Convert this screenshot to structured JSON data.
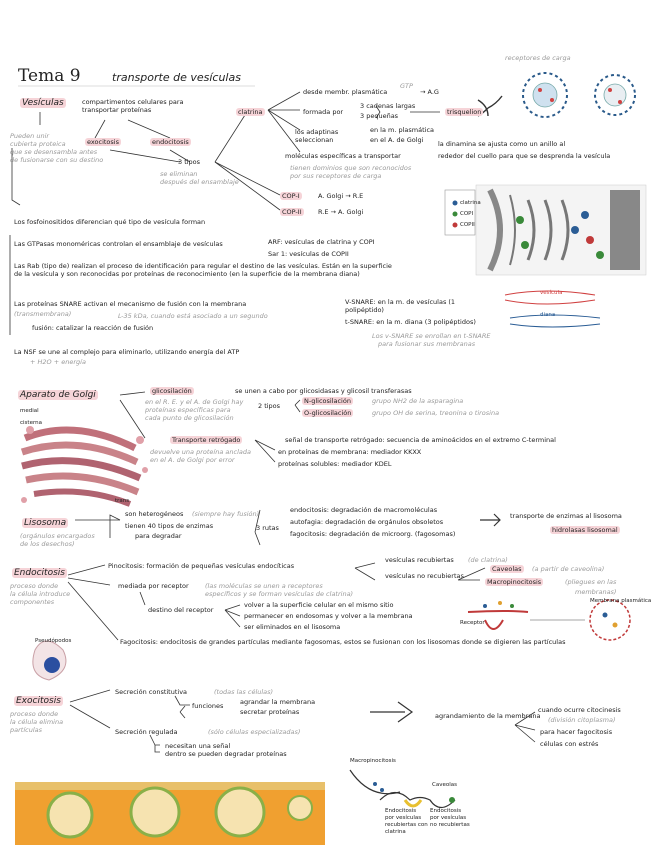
{
  "title": {
    "num": "Tema 9",
    "sub": "transporte de vesículas"
  },
  "top_right": {
    "receptor_label": "receptores de carga",
    "top_arrow_label": "GTP",
    "top_cargo": "A.G"
  },
  "vesiculas": {
    "label": "Vesículas",
    "def": "compartimentos celulares para transportar proteínas",
    "exo": "exocitosis",
    "endo": "endocitosis",
    "left_note": [
      "Pueden unir",
      "cubierta proteica",
      "que se desensambla antes",
      "de fusionarse con su destino"
    ],
    "tipos": "3 tipos",
    "se_eliminan": [
      "se eliminan",
      "después del ensamblaje"
    ],
    "clatrina": "clatrina",
    "clat1": "desde membr. plasmática",
    "clat1b": "→ A.G",
    "clat2": "formada por",
    "clat2a": "3 cadenas largas",
    "clat2b": "3 pequeñas",
    "trisquelion": "trisquelion",
    "clat3": "los adaptinas seleccionan",
    "clat3a": "en la m. plasmática",
    "clat3b": "en el A. de Golgi",
    "clat4": "moléculas específicas a transportar",
    "clat4g": [
      "tienen dominios que son reconocidos",
      "por sus receptores de carga"
    ],
    "dinamina": "la dinamina se ajusta como un anillo al",
    "dinamina2": "rededor del cuello para que se desprenda la vesícula",
    "copi": "COP-I",
    "copi_v": "A. Golgi → R.E",
    "copii": "COP-II",
    "copii_v": "R.E → A. Golgi"
  },
  "fosfo": [
    "Los fosfoinositidos diferencian qué tipo de vesícula forman",
    "Las GTPasas monoméricas controlan el ensamblaje de vesículas",
    "Las Rab (tipo de) realizan el proceso de identificación para regular el destino de las vesículas. Están en la superficie de la vesícula y son reconocidas por proteínas de reconocimiento (en la superficie de la membrana diana)",
    "Las proteínas SNARE activan el mecanismo de fusión con la membrana",
    "La NSF se une al complejo para eliminarlo, utilizando energía del ATP"
  ],
  "gtp_types": [
    "ARF: vesículas de clatrina y COPI",
    "Sar 1: vesículas de COPII"
  ],
  "snare": {
    "v": "V-SNARE: en la m. de vesículas (1 polipéptido)",
    "t": "t-SNARE: en la m. diana (3 polipéptidos)",
    "left": "(transmembrana)",
    "fusion": "fusión: catalizar la reacción de fusión",
    "note": "L-35 kDa, cuando está asociado a un segundo",
    "bottom": [
      "Los v-SNARE se enrollan en t-SNARE",
      "para fusionar sus membranas"
    ],
    "nsf_g": "+ H2O + energía"
  },
  "golgi_diagram": {
    "legend": [
      "clatrina",
      "COPI",
      "COPII"
    ]
  },
  "snare_diagram": {
    "a": "vesícula",
    "b": "diana"
  },
  "golgi": {
    "label": "Aparato de Golgi",
    "glico": "glicosilación",
    "glico_d": "se unen a cabo por glicosidasas y glicosil transferasas",
    "glico_g": [
      "en el R. E. y el A. de Golgi hay",
      "proteínas específicas para",
      "cada punto de glicosilación"
    ],
    "tipos": "2 tipos",
    "n": "N-glicosilación",
    "n_g": "grupo NH2 de la asparagina",
    "o": "O-glicosilación",
    "o_g": "grupo OH de serina, treonina o tirosina",
    "retro": "Transporte retrógado",
    "retro_d": "señal de transporte retrógado: secuencia de aminoácidos en el extremo C-terminal",
    "retro_g": [
      "devuelve una proteína anclada",
      "en el A. de Golgi por error"
    ],
    "p1": "en proteínas de membrana: mediador KKXX",
    "p2": "proteínas solubles: mediador KDEL",
    "sac_labels": [
      "medial",
      "cisterna",
      "trans"
    ]
  },
  "lisosoma": {
    "label": "Lisosoma",
    "g": [
      "(orgánulos encargados",
      "de los desechos)"
    ],
    "a": "son heterogéneos",
    "a_g": "(siempre hay fusión)",
    "b": "tienen 40 tipos de enzimas",
    "b2": "para degradar",
    "rutas": "3 rutas",
    "r1": "endocitosis: degradación de macromoléculas",
    "r2": "autofagia: degradación de orgánulos obsoletos",
    "r3": "fagocitosis: degradación de microorg. (fagosomas)",
    "right": "transporte de enzimas al lisosoma",
    "right2": "hidrolasas lisosomal"
  },
  "endocitosis": {
    "label": "Endocitosis",
    "g": [
      "proceso donde",
      "la célula introduce",
      "componentes"
    ],
    "pino": "Pinocitosis: formación de pequeñas vesículas endocíticas",
    "pino_a": "vesículas recubiertas",
    "pino_a_g": "(de clatrina)",
    "pino_b": "vesículas no recubiertas",
    "caveolas": "Caveolas",
    "caveolas_g": "(a partir de caveolina)",
    "macro": "Macropinocitosis",
    "macro_g": [
      "(pliegues en las",
      "membranas)"
    ],
    "receptor": "mediada por receptor",
    "receptor_g": [
      "(las moléculas se unen a receptores",
      "específicos y se forman vesículas de clatrina)"
    ],
    "destino": "destino del receptor",
    "d1": "volver a la superficie celular en el mismo sitio",
    "d2": "permanecer en endosomas y volver a la membrana",
    "d3": "ser eliminados en el lisosoma",
    "fago": "Fagocitosis: endocitosis de grandes partículas mediante fagosomas, estos se fusionan con los lisosomas donde se digieren las partículas",
    "pie_label": "Pseudópodos",
    "rec_label": "Receptor",
    "memb_label": "Membrana plasmática"
  },
  "exocitosis": {
    "label": "Exocitosis",
    "g": [
      "proceso donde",
      "la célula elimina",
      "partículas"
    ],
    "cons": "Secreción constitutiva",
    "cons_g": "(todas las células)",
    "funciones": "funciones",
    "f1": "agrandar la membrana",
    "f2": "secretar proteínas",
    "reg": "Secreción regulada",
    "reg_g": "(sólo células especializadas)",
    "reg1": "necesitan una señal",
    "reg2": "dentro se pueden degradar proteínas",
    "agrand": "agrandamiento de la membrana",
    "r1": "cuando ocurre citocinesis",
    "r1g": "(división citoplasma)",
    "r2": "para hacer fagocitosis",
    "r3": "células con estrés"
  },
  "bottom_diagram": {
    "macro": "Macropinocitosis",
    "cav": "Caveolas",
    "e1": [
      "Endocitosis",
      "por vesículas",
      "recubiertas con",
      "clatrina"
    ],
    "e2": [
      "Endocitosis",
      "por vesículas",
      "no recubiertas"
    ]
  }
}
